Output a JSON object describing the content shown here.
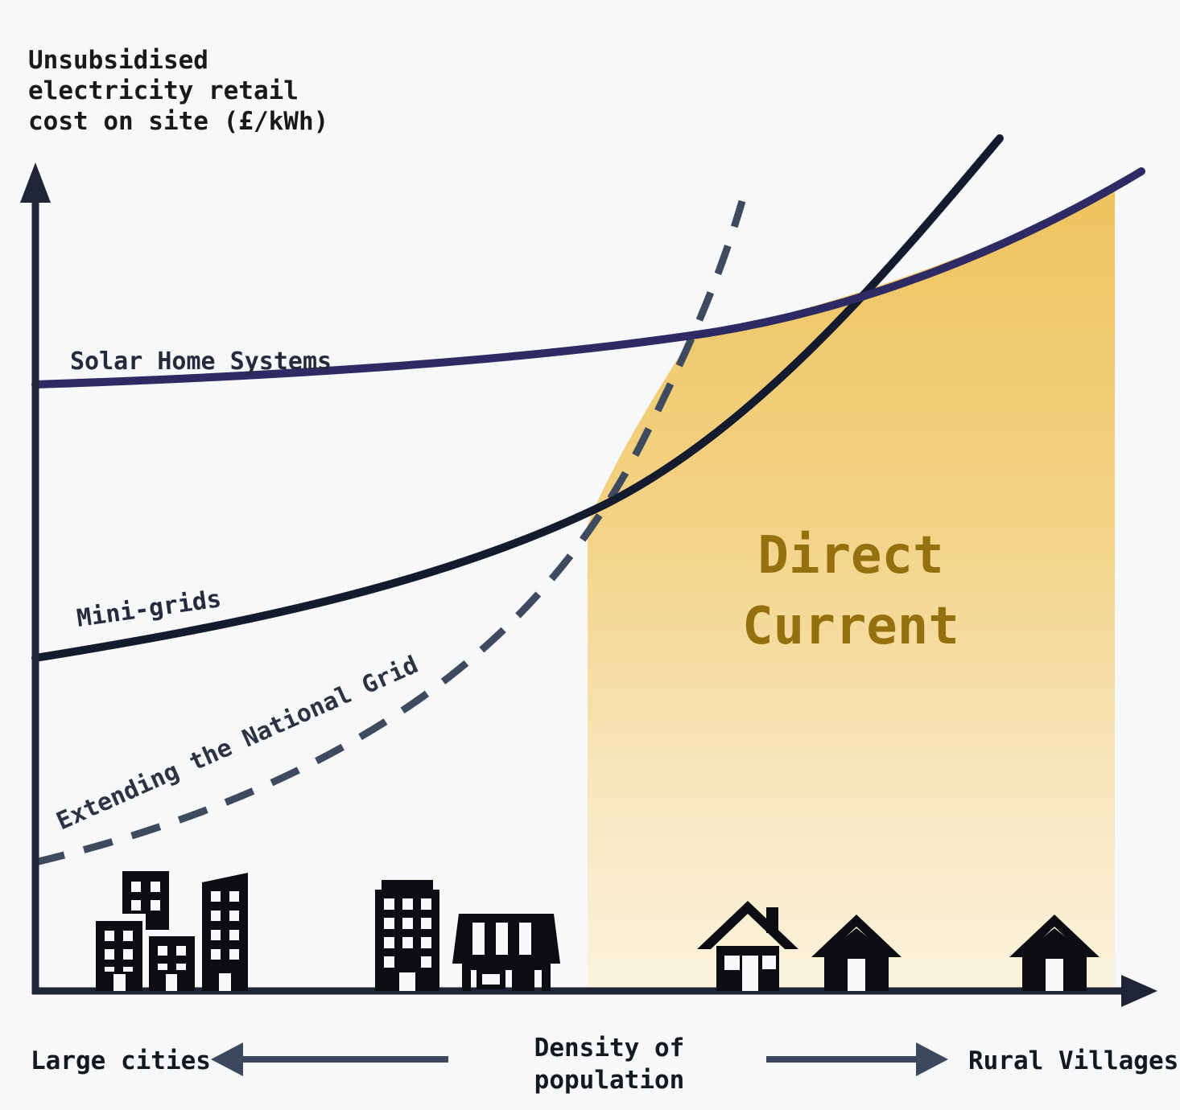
{
  "chart_data": {
    "type": "line",
    "title": "",
    "ylabel": "Unsubsidised electricity retail cost on site (£/kWh)",
    "ylabel_lines": [
      "Unsubsidised",
      "electricity retail",
      "cost on site (£/kWh)"
    ],
    "xlabel": "Density of population",
    "xlabel_lines": [
      "Density of",
      "population"
    ],
    "x_axis_ends": {
      "left": "Large cities",
      "right": "Rural Villages"
    },
    "x_scale": "0 = large cities (dense population) -> 100 = rural villages (sparse population); no numeric ticks shown",
    "y_scale": "relative unsubsidised electricity retail cost, 0-100 (estimated from figure); no numeric ticks shown",
    "grid": "off",
    "legend_position": "labels drawn on lines",
    "series": [
      {
        "name": "Solar Home Systems",
        "line_style": "solid",
        "color": "#2e2a64",
        "x": [
          0,
          18,
          40,
          61,
          75,
          88,
          100
        ],
        "y": [
          73,
          74,
          76,
          80,
          85,
          91,
          99
        ]
      },
      {
        "name": "Mini-grids",
        "line_style": "solid",
        "color": "#151b2e",
        "x": [
          0,
          18,
          37,
          52,
          61,
          68,
          75,
          87
        ],
        "y": [
          40,
          44,
          50,
          59,
          66,
          75,
          85,
          103
        ]
      },
      {
        "name": "Extending the National Grid",
        "line_style": "dashed",
        "color": "#3e4a5e",
        "x": [
          0,
          15,
          29,
          42,
          51,
          56,
          60,
          64
        ],
        "y": [
          16,
          20,
          29,
          43,
          61,
          72,
          81,
          96
        ]
      }
    ],
    "highlight_region": {
      "label": "Direct Current",
      "label_lines": [
        "Direct",
        "Current"
      ],
      "text_color": "#95700f",
      "x_range": [
        50,
        97.5
      ],
      "fill": "vertical gold gradient fading downward",
      "gradient": [
        "#eec35e",
        "#f3d386",
        "#f8e8c2",
        "#fbf3de"
      ],
      "bounded_by": "below dashed National Grid line then below Solar Home Systems line, down to x-axis"
    },
    "axis_color": "#1f2537",
    "arrow_color": "#3c485e",
    "background_color": "#f7f8fa"
  },
  "icons": {
    "left_group": [
      "city-buildings-icon"
    ],
    "middle_group": [
      "office-building-icon",
      "shop-icon"
    ],
    "right_group": [
      "house-with-chimney-icon",
      "house-icon",
      "house-icon"
    ],
    "icon_color": "#0b0d10"
  }
}
